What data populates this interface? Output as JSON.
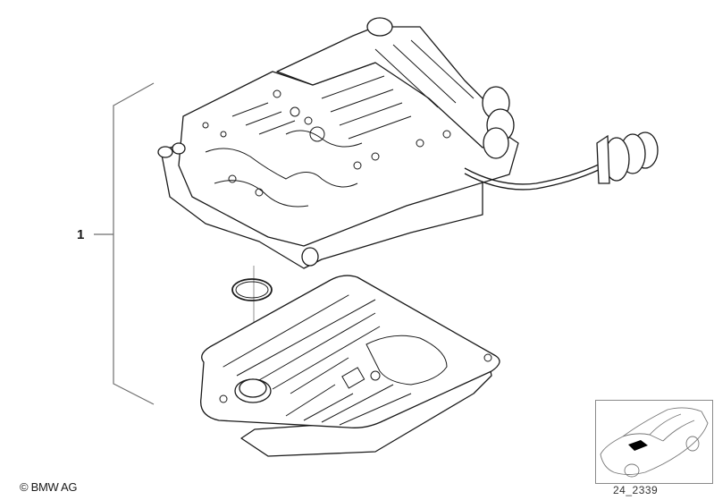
{
  "diagram": {
    "type": "parts-exploded-view",
    "subject": "Transmission valve body with oil filter",
    "callouts": [
      {
        "number": "1",
        "refers_to": "valve-body-assembly-bracket"
      }
    ],
    "components": [
      "valve-body",
      "solenoid-wiring-harness",
      "harness-connector-plug",
      "o-ring-seal",
      "oil-filter"
    ]
  },
  "footer": {
    "copyright": "© BMW AG",
    "diagram_id": "24_2339"
  },
  "thumbnail": {
    "description": "vehicle location overview",
    "highlight_color": "#000000"
  },
  "colors": {
    "line": "#1a1a1a",
    "bracket": "#6e6e6e",
    "background": "#ffffff"
  }
}
